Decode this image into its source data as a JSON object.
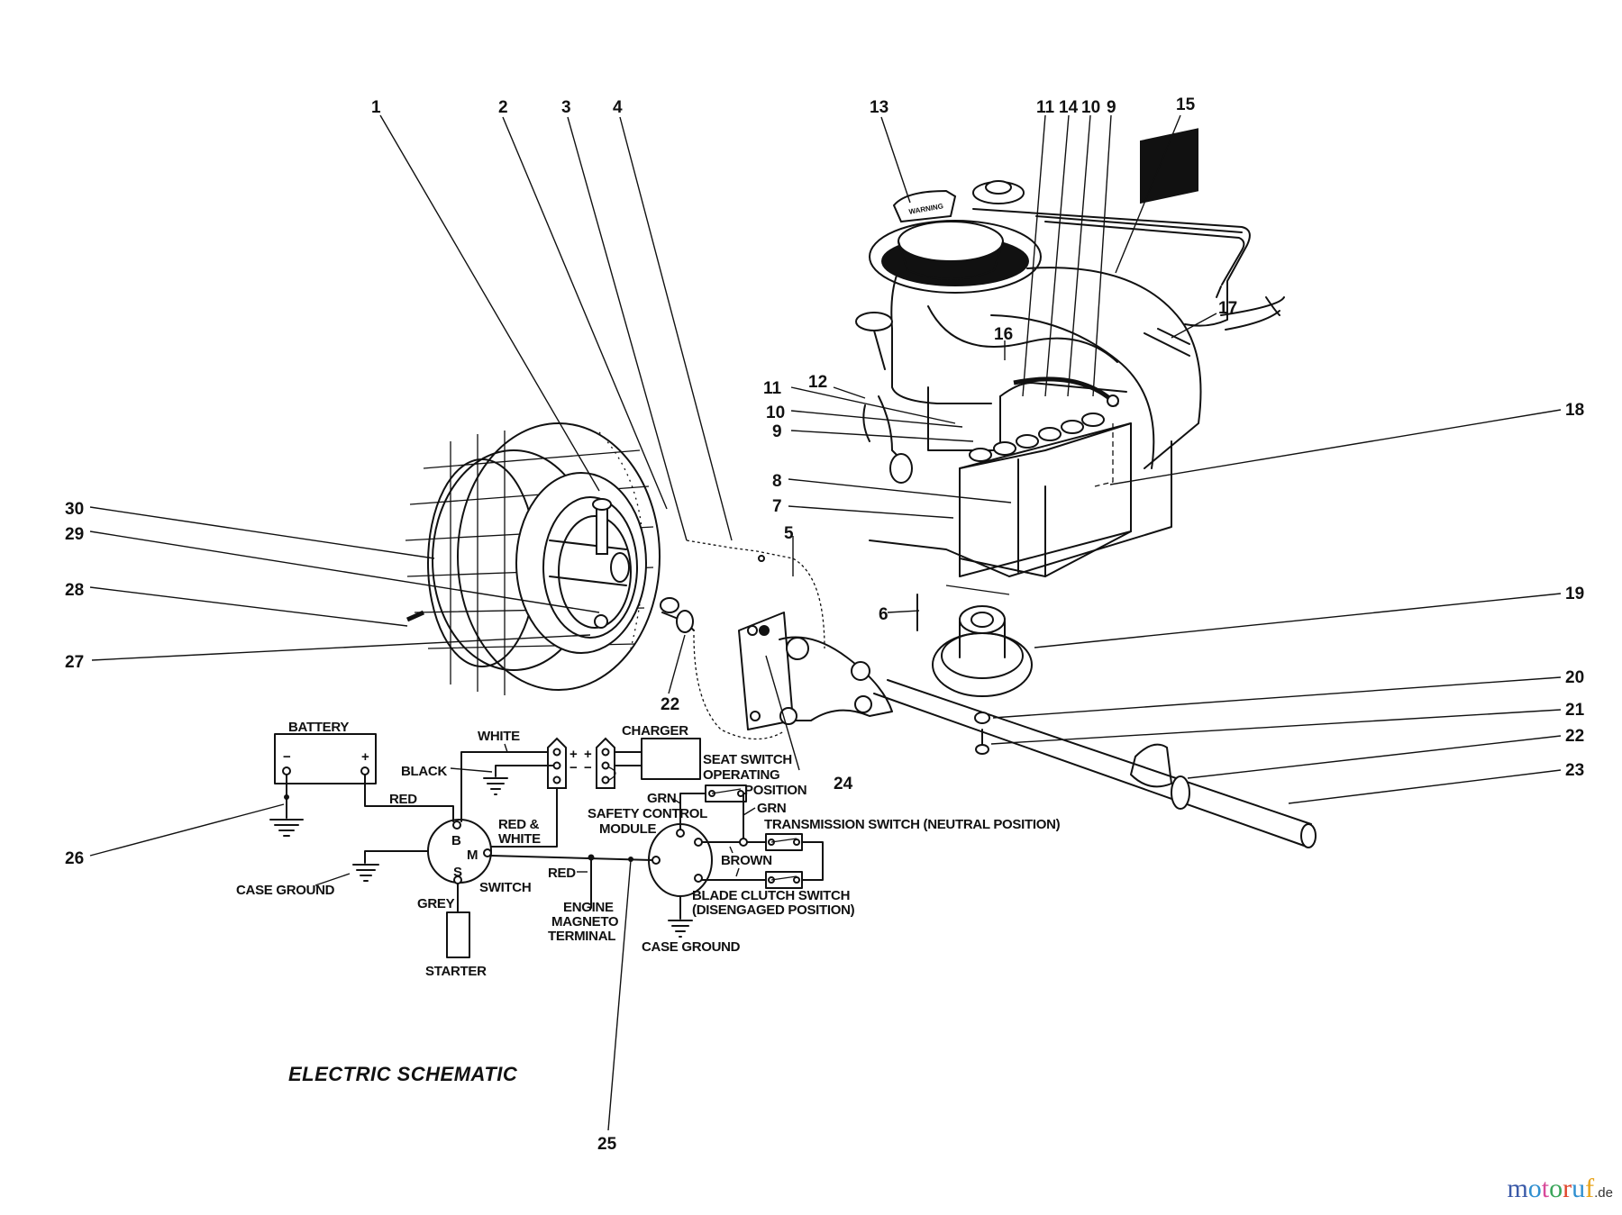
{
  "diagram": {
    "title": "ELECTRIC SCHEMATIC",
    "callouts": [
      {
        "id": "1",
        "text": "1"
      },
      {
        "id": "2",
        "text": "2"
      },
      {
        "id": "3",
        "text": "3"
      },
      {
        "id": "4",
        "text": "4"
      },
      {
        "id": "5",
        "text": "5"
      },
      {
        "id": "6",
        "text": "6"
      },
      {
        "id": "7",
        "text": "7"
      },
      {
        "id": "8",
        "text": "8"
      },
      {
        "id": "9a",
        "text": "9"
      },
      {
        "id": "9b",
        "text": "9"
      },
      {
        "id": "10a",
        "text": "10"
      },
      {
        "id": "10b",
        "text": "10"
      },
      {
        "id": "11a",
        "text": "11"
      },
      {
        "id": "11b",
        "text": "11"
      },
      {
        "id": "12",
        "text": "12"
      },
      {
        "id": "13",
        "text": "13"
      },
      {
        "id": "14",
        "text": "14"
      },
      {
        "id": "15",
        "text": "15"
      },
      {
        "id": "16",
        "text": "16"
      },
      {
        "id": "17",
        "text": "17"
      },
      {
        "id": "18",
        "text": "18"
      },
      {
        "id": "19",
        "text": "19"
      },
      {
        "id": "20",
        "text": "20"
      },
      {
        "id": "21",
        "text": "21"
      },
      {
        "id": "22a",
        "text": "22"
      },
      {
        "id": "22b",
        "text": "22"
      },
      {
        "id": "23",
        "text": "23"
      },
      {
        "id": "24",
        "text": "24"
      },
      {
        "id": "25",
        "text": "25"
      },
      {
        "id": "26",
        "text": "26"
      },
      {
        "id": "27",
        "text": "27"
      },
      {
        "id": "28",
        "text": "28"
      },
      {
        "id": "29",
        "text": "29"
      },
      {
        "id": "30",
        "text": "30"
      }
    ]
  },
  "schematic": {
    "battery": "BATTERY",
    "battery_minus": "−",
    "battery_plus": "+",
    "white": "WHITE",
    "black": "BLACK",
    "red": "RED",
    "red_white_1": "RED &",
    "red_white_2": "WHITE",
    "charger": "CHARGER",
    "seat_switch_1": "SEAT SWITCH",
    "seat_switch_2": "OPERATING",
    "seat_switch_3": "POSITION",
    "grn_left": "GRN",
    "grn_right": "GRN",
    "safety_module_1": "SAFETY CONTROL",
    "safety_module_2": "MODULE",
    "transmission_switch": "TRANSMISSION SWITCH (NEUTRAL POSITION)",
    "brown": "BROWN",
    "blade_clutch_1": "BLADE CLUTCH SWITCH",
    "blade_clutch_2": "(DISENGAGED POSITION)",
    "case_ground_left": "CASE GROUND",
    "case_ground_right": "CASE GROUND",
    "switch_b": "B",
    "switch_m": "M",
    "switch_s": "S",
    "switch": "SWITCH",
    "grey": "GREY",
    "starter": "STARTER",
    "red_mid": "RED",
    "engine_1": "ENGINE",
    "engine_2": "MAGNETO",
    "engine_3": "TERMINAL",
    "term_plus": "+",
    "term_minus": "−"
  },
  "part_decal": "WARNING",
  "watermark": {
    "letters": [
      "m",
      "o",
      "t",
      "o",
      "r",
      "u",
      "f"
    ],
    "colors": [
      "#3b5aa8",
      "#2f8fd0",
      "#d84a9a",
      "#3aa55a",
      "#e0452b",
      "#2f8fd0",
      "#e8a41c"
    ],
    "suffix": ".de"
  }
}
